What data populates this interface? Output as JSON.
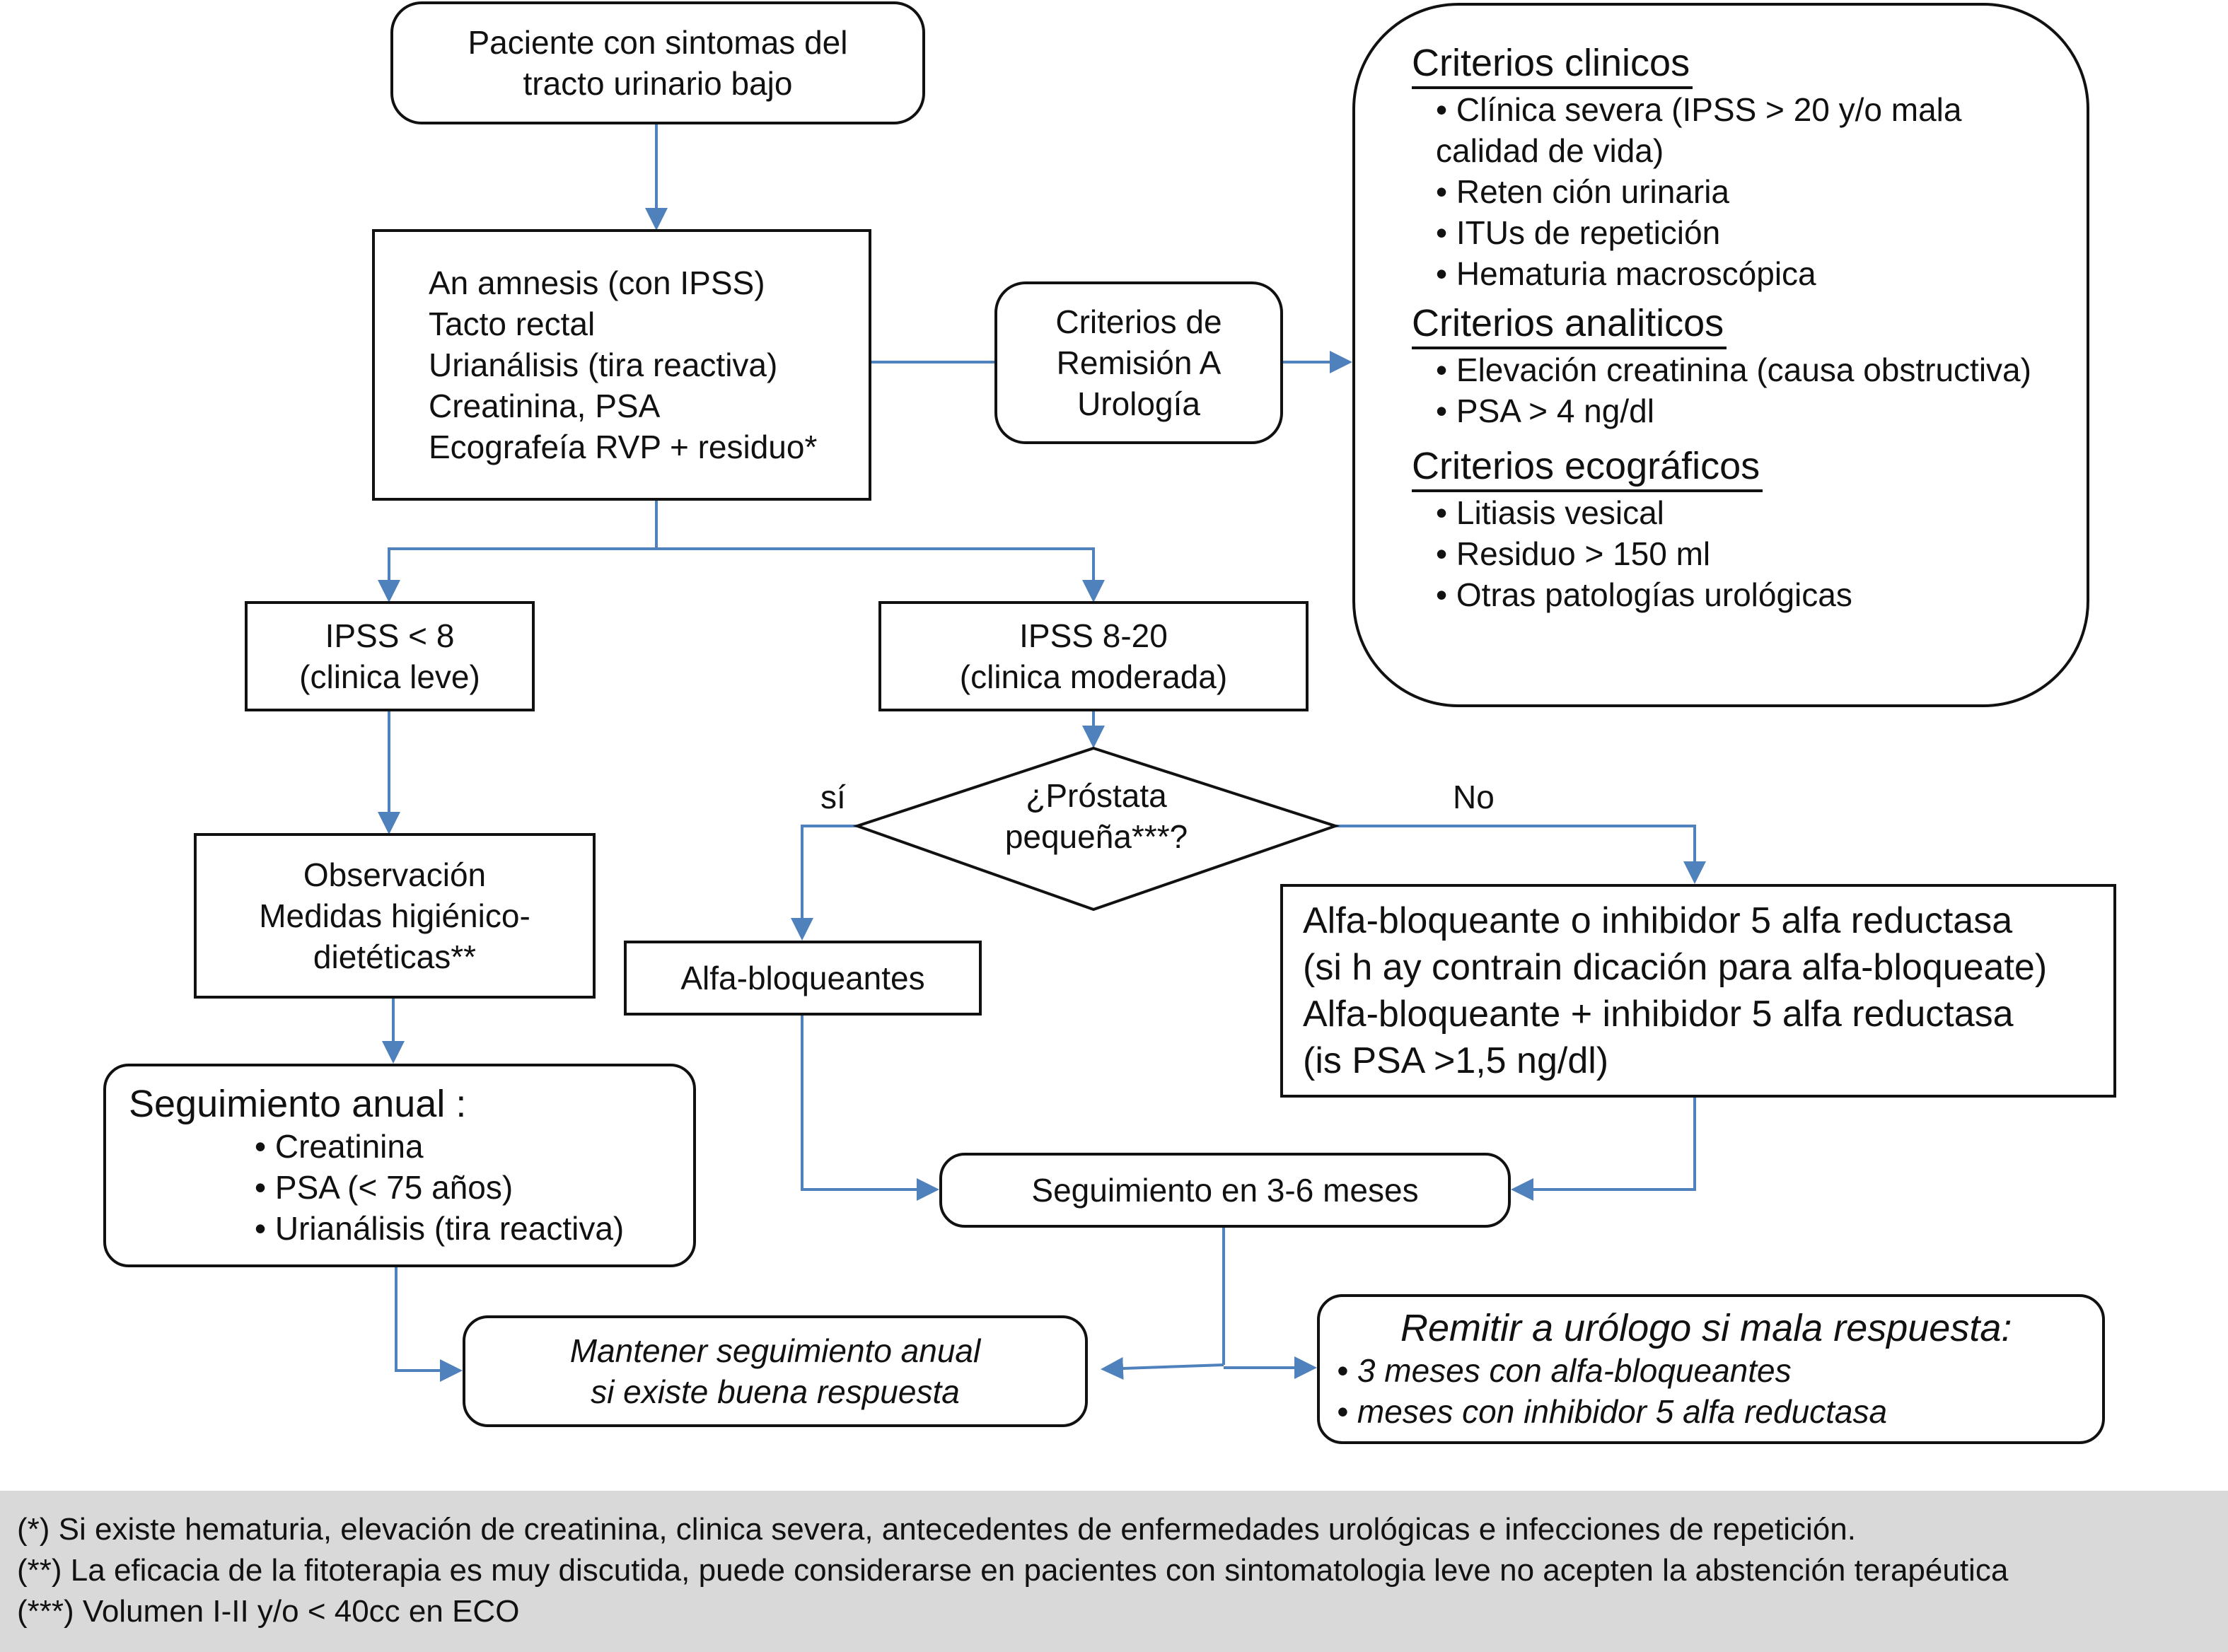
{
  "start": {
    "lines": [
      "Paciente con sintomas del",
      "tracto urinario bajo"
    ]
  },
  "evaluation": {
    "lines": [
      "An amnesis (con IPSS)",
      "Tacto rectal",
      "Urianálisis (tira reactiva)",
      "Creatinina, PSA",
      "Ecografeía RVP + residuo*"
    ]
  },
  "referral": {
    "lines": [
      "Criterios de",
      "Remisión A",
      "Urología"
    ]
  },
  "criteria": {
    "clinical": {
      "title": "Criterios clinicos",
      "items": [
        "Clínica severa (IPSS > 20 y/o mala",
        "calidad de vida)",
        "Reten ción urinaria",
        "ITUs de repetición",
        "Hematuria macroscópica"
      ]
    },
    "analytic": {
      "title": "Criterios analiticos",
      "items": [
        "Elevación creatinina (causa obstructiva)",
        "PSA > 4 ng/dl"
      ]
    },
    "ultrasound": {
      "title": "Criterios ecográficos",
      "items": [
        "Litiasis vesical",
        "Residuo > 150 ml",
        "Otras patologías urológicas"
      ]
    }
  },
  "ipss_low": {
    "lines": [
      "IPSS < 8",
      "(clinica leve)"
    ]
  },
  "ipss_mid": {
    "lines": [
      "IPSS 8-20",
      "(clinica moderada)"
    ]
  },
  "decision": {
    "lines": [
      "¿Próstata",
      "pequeña***?"
    ],
    "yes_label": "sí",
    "no_label": "No"
  },
  "observation": {
    "lines": [
      "Observación",
      "Medidas higiénico-",
      "dietéticas**"
    ]
  },
  "alpha_blockers": {
    "label": "Alfa-bloqueantes"
  },
  "combo": {
    "lines": [
      "Alfa-bloqueante o inhibidor 5 alfa reductasa",
      "(si h ay contrain dicación para alfa-bloqueate)",
      "Alfa-bloqueante + inhibidor 5 alfa reductasa",
      "(is PSA >1,5 ng/dl)"
    ]
  },
  "annual": {
    "title": "Seguimiento anual :",
    "items": [
      "Creatinina",
      "PSA (< 75 años)",
      "Urianálisis (tira reactiva)"
    ]
  },
  "followup": {
    "label": "Seguimiento en 3-6 meses"
  },
  "maintain": {
    "lines": [
      "Mantener seguimiento anual",
      "si existe buena respuesta"
    ]
  },
  "refer_bad": {
    "title": "Remitir a urólogo si mala respuesta:",
    "items": [
      "3 meses con alfa-bloqueantes",
      "meses con inhibidor 5 alfa reductasa"
    ]
  },
  "footnotes": [
    "(*) Si existe hematuria, elevación de creatinina, clinica severa, antecedentes de enfermedades urológicas e infecciones de repetición.",
    "(**) La eficacia de la fitoterapia es muy discutida, puede considerarse en pacientes con sintomatologia leve no acepten la abstención terapéutica",
    "(***) Volumen I-II y/o < 40cc en ECO"
  ],
  "colors": {
    "connector": "#4f81bd",
    "border": "#111111",
    "footnote_bg": "#d9d9d9"
  }
}
